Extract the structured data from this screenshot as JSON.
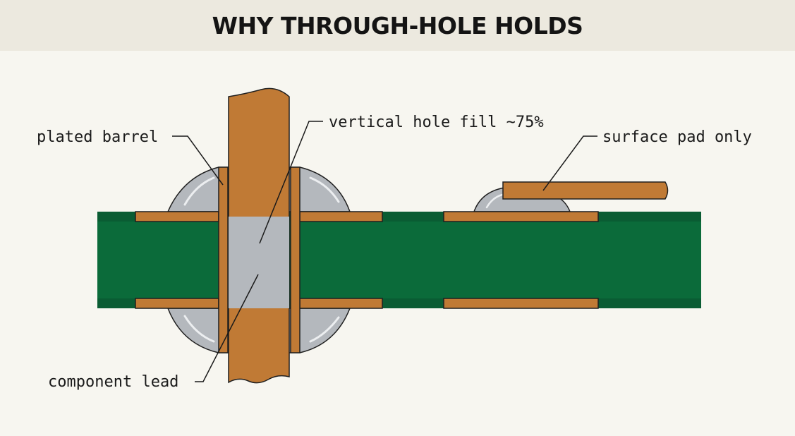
{
  "title": "WHY THROUGH-HOLE HOLDS",
  "labels": {
    "plated_barrel": "plated barrel",
    "vertical_fill": "vertical hole fill ~75%",
    "surface_pad": "surface pad only",
    "component_lead": "component lead"
  },
  "colors": {
    "board": "#0b6b3a",
    "copper": "#c07a35",
    "solder": "#b4b8bd",
    "outline": "#1f1f1f",
    "header_bg": "#ece9df",
    "background": "#f7f6f0"
  }
}
